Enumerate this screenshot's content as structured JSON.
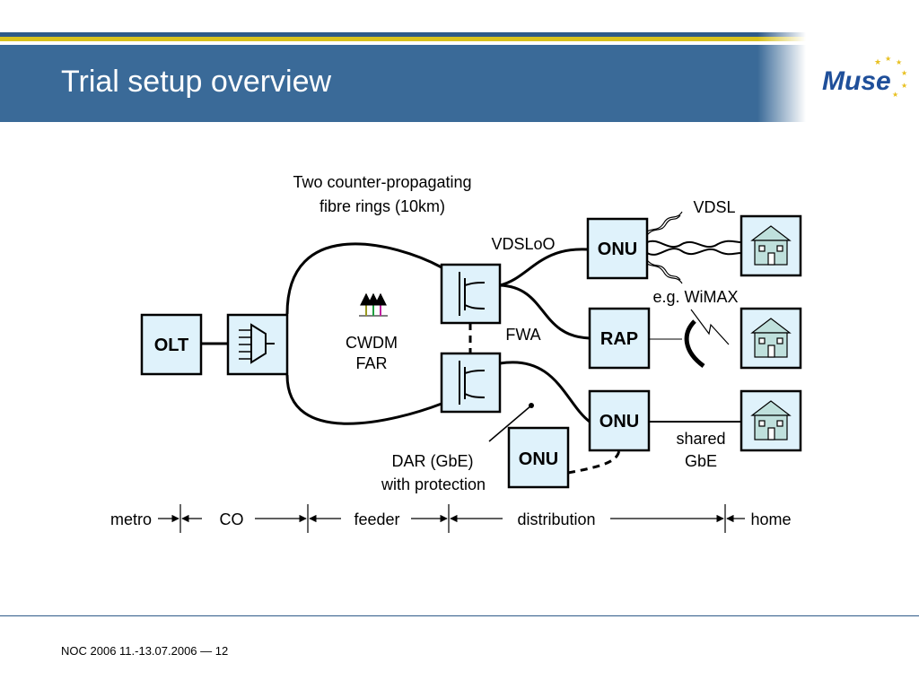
{
  "header": {
    "title": "Trial setup overview",
    "logo_text": "Muse"
  },
  "diagram": {
    "rings_caption_line1": "Two counter-propagating",
    "rings_caption_line2": "fibre rings (10km)",
    "olt_label": "OLT",
    "cwdm_line1": "CWDM",
    "cwdm_line2": "FAR",
    "vdsloo_label": "VDSLoO",
    "vdsl_label": "VDSL",
    "wimax_label": "e.g. WiMAX",
    "fwa_label": "FWA",
    "onu_top_label": "ONU",
    "rap_label": "RAP",
    "onu_mid_label": "ONU",
    "onu_low_label": "ONU",
    "shared_line1": "shared",
    "shared_line2": "GbE",
    "dar_line1": "DAR (GbE)",
    "dar_line2": "with protection"
  },
  "segments": {
    "metro": "metro",
    "co": "CO",
    "feeder": "feeder",
    "distribution": "distribution",
    "home": "home"
  },
  "footer": {
    "text": "NOC 2006 11.-13.07.2006 — 12"
  },
  "colors": {
    "header_blue": "#3a6a98",
    "gold": "#d8c21e",
    "box_fill": "#dff2fb",
    "house_fill": "#bfe0dc"
  }
}
